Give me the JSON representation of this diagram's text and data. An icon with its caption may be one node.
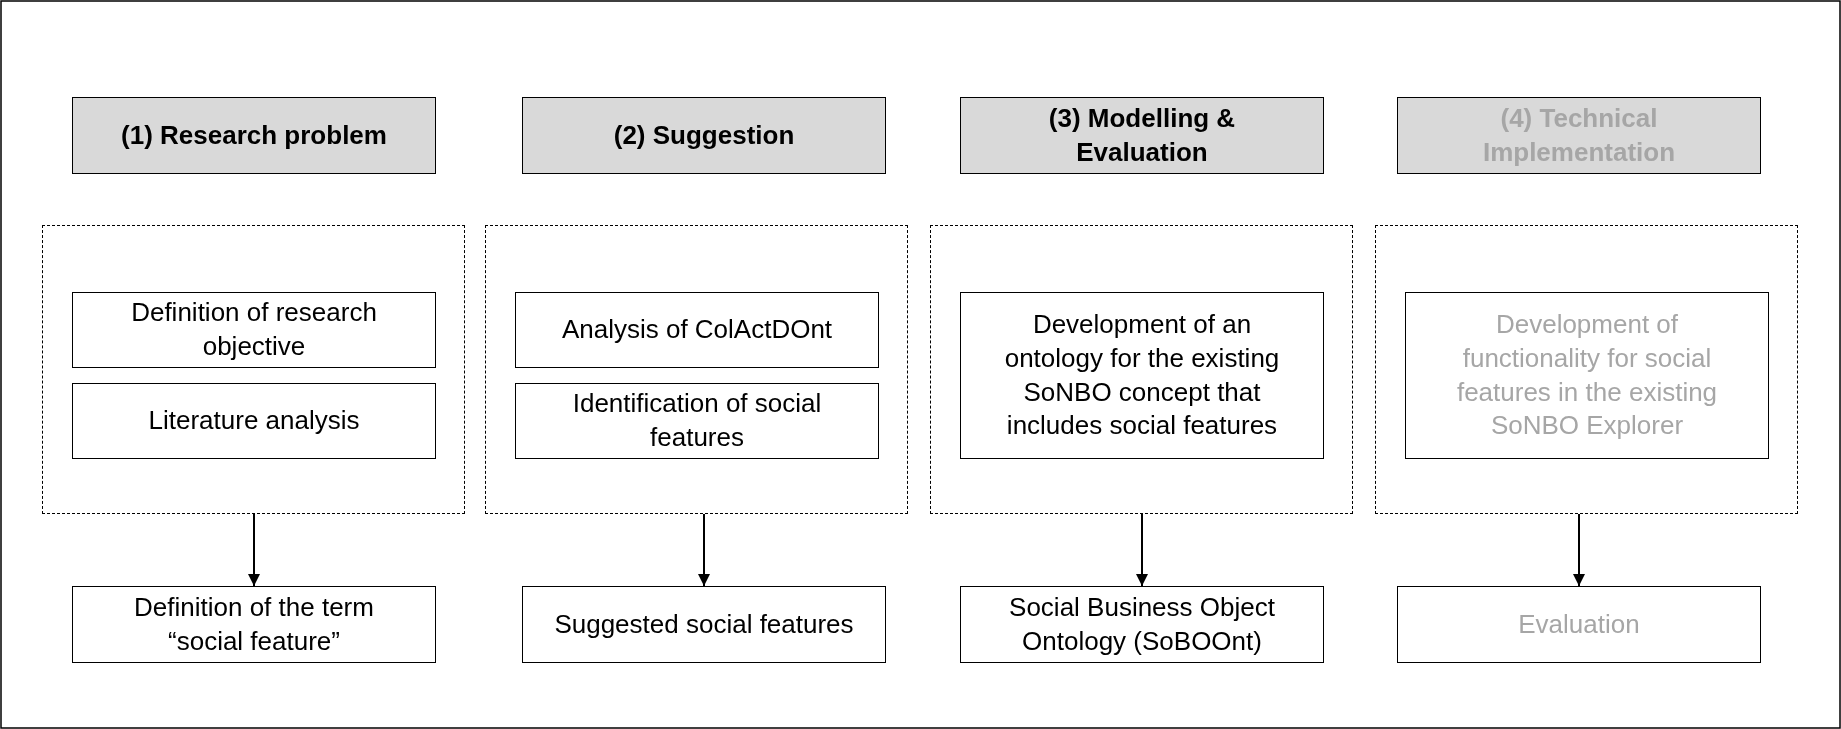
{
  "diagram": {
    "nodes": [
      {
        "text": [
          "(1) Research problem"
        ]
      },
      {
        "text": [
          "(2) Suggestion"
        ]
      },
      {
        "text": [
          "(3) Modelling & Evaluation"
        ]
      },
      {
        "text": [
          "(4) Technical Implementation"
        ]
      },
      {
        "text": [],
        "shape": "box"
      },
      {
        "text": [
          "Definition of research objective"
        ],
        "in": 4
      },
      {
        "text": [
          "Literature analysis"
        ],
        "in": 4
      },
      {
        "text": [],
        "shape": "box"
      },
      {
        "text": [
          "Analysis of ColActDOnt"
        ],
        "in": 7
      },
      {
        "text": [
          "Identification of social features"
        ],
        "in": 7
      },
      {
        "text": [],
        "shape": "box"
      },
      {
        "text": [
          "Development of an ontology for the existing SoNBO concept that includes social features"
        ],
        "in": 10
      },
      {
        "text": [],
        "shape": "box"
      },
      {
        "text": [
          "Development of functionality for social features in the existing SoNBO Explorer"
        ],
        "in": 12
      },
      {
        "text": [
          "Definition of the term “social feature”"
        ]
      },
      {
        "text": [
          "Suggested social features"
        ]
      },
      {
        "text": [
          "Social Business Object Ontology (SoBOOnt)"
        ]
      },
      {
        "text": [
          "Evaluation"
        ]
      }
    ],
    "edges": [
      {
        "from": 4,
        "to": 14,
        "arrow": "to"
      },
      {
        "from": 7,
        "to": 15,
        "arrow": "to"
      },
      {
        "from": 10,
        "to": 16,
        "arrow": "to"
      },
      {
        "from": 12,
        "to": 17,
        "arrow": "to"
      }
    ]
  }
}
